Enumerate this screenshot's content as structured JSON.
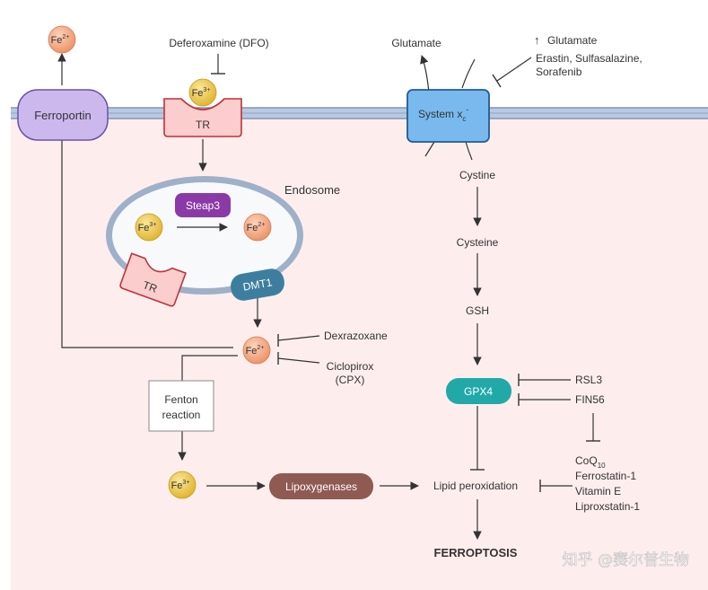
{
  "ions": {
    "fe2": "Fe",
    "fe3": "Fe",
    "fe2_charge": "2+",
    "fe3_charge": "3+"
  },
  "labels": {
    "ferroportin": "Ferroportin",
    "deferoxamine": "Deferoxamine (DFO)",
    "tr": "TR",
    "endosome": "Endosome",
    "steap3": "Steap3",
    "dmt1": "DMT1",
    "dexrazoxane": "Dexrazoxane",
    "ciclopirox_1": "Ciclopirox",
    "ciclopirox_2": "(CPX)",
    "fenton_1": "Fenton",
    "fenton_2": "reaction",
    "lipoxygenases": "Lipoxygenases",
    "lipid_peroxidation": "Lipid peroxidation",
    "ferroptosis": "FERROPTOSIS",
    "glutamate_out": "Glutamate",
    "glutamate_up": "Glutamate",
    "up_arrow": "↑",
    "erastin": "Erastin, Sulfasalazine,",
    "sorafenib": "Sorafenib",
    "system_xc": "System x",
    "system_xc_sub": "c",
    "system_xc_sup": "-",
    "cystine": "Cystine",
    "cysteine": "Cysteine",
    "gsh": "GSH",
    "gpx4": "GPX4",
    "rsl3": "RSL3",
    "fin56": "FIN56",
    "coq10": "CoQ",
    "coq10_sub": "10",
    "ferrostatin": "Ferrostatin-1",
    "vitamin_e": "Vitamin E",
    "liproxstatin": "Liproxstatin-1",
    "watermark": "知乎 @赛尔普生物"
  },
  "colors": {
    "cytoplasm": "#fdeeed",
    "membrane": "#9fb3cf",
    "ferroportin": "#cdb8ee",
    "tr": "#fbcdcd",
    "system_xc": "#79b9ee",
    "steap3": "#8a3aa6",
    "dmt1": "#3d7e9f",
    "gpx4": "#21a9a8",
    "lipoxygenases": "#8f5a52",
    "fe2": "#f2a27c",
    "fe3": "#ecc642"
  }
}
